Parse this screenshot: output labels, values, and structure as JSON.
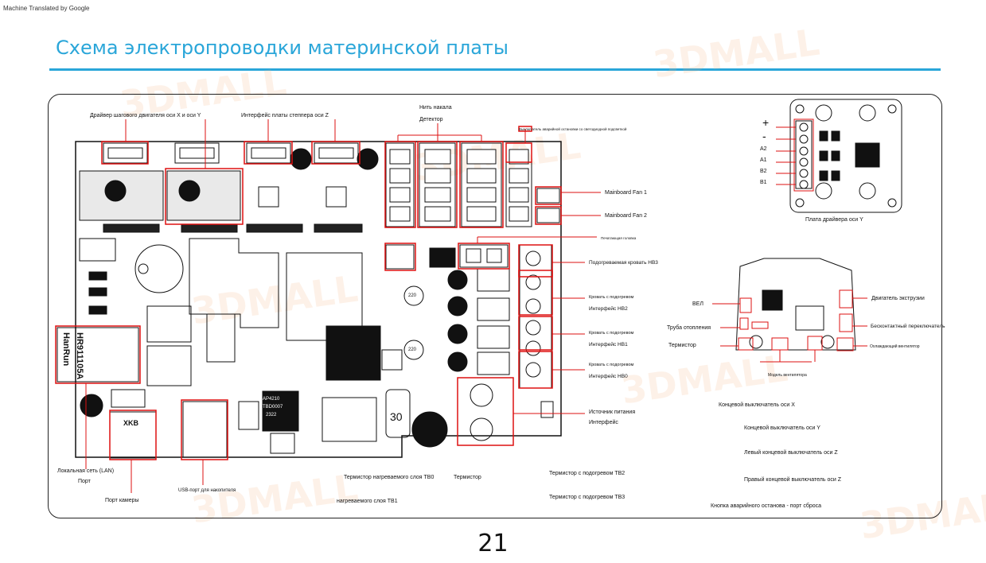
{
  "header": {
    "machine_translated": "Machine Translated by Google",
    "title": "Схема электропроводки материнской платы"
  },
  "page_number": "21",
  "watermark": "3DMALL",
  "board": {
    "chip_brand": "HanRun",
    "chip_model": "HR911105A",
    "mcu_marking": "AP4210",
    "mcu_code": "TBD0007",
    "mcu_num": "2322",
    "sd_num": "30",
    "camera_port_mark": "XKB",
    "inductor_mark": "220"
  },
  "labels": {
    "xy_driver": "Драйвер шагового двигателя оси X и оси Y",
    "z_interface": "Интерфейс платы степпера оси Z",
    "filament_1": "Нить накала",
    "filament_2": "Детектор",
    "estop_led": "Выключатель аварийной остановки со светодиодной подсветкой",
    "fan1": "Mainboard Fan 1",
    "fan2": "Mainboard Fan 2",
    "printhead": "Печатающая головка",
    "hb3": "Подогреваемая кровать HB3",
    "hb2_a": "Кровать с подогревом",
    "hb2_b": "Интерфейс HB2",
    "hb1_a": "Кровать с подогревом",
    "hb1_b": "Интерфейс HB1",
    "hb0_a": "Кровать с подогревом",
    "hb0_b": "Интерфейс HB0",
    "power_a": "Источник питания",
    "power_b": "Интерфейс",
    "lan_a": "Локальная сеть (LAN)",
    "lan_b": "Порт",
    "camera": "Порт камеры",
    "usb": "USB-порт для накопителя",
    "tb0_a": "Термистор нагреваемого слоя TB0",
    "tb0_b": "Термистор",
    "tb1": "нагреваемого слоя TB1",
    "tb2": "Термистор с подогревом TB2",
    "tb3": "Термистор с подогревом TB3",
    "x_end": "Концевой выключатель оси X",
    "y_end": "Концевой выключатель оси Y",
    "zl_end": "Левый концевой выключатель оси Z",
    "zr_end": "Правый концевой выключатель оси Z",
    "estop_reset": "Кнопка аварийного останова - порт сброса",
    "y_driver_board": "Плата драйвера оси Y",
    "pin_plus": "+",
    "pin_minus": "-",
    "pin_a2": "A2",
    "pin_a1": "A1",
    "pin_b2": "B2",
    "pin_b1": "B1",
    "head_led": "ВЕЛ",
    "head_heater": "Труба отопления",
    "head_therm": "Термистор",
    "head_extruder": "Двигатель экструзии",
    "head_probe": "Бесконтактный переключатель",
    "head_cooling": "Охлаждающий вентилятор",
    "head_fan_model": "Модель вентилятора"
  }
}
